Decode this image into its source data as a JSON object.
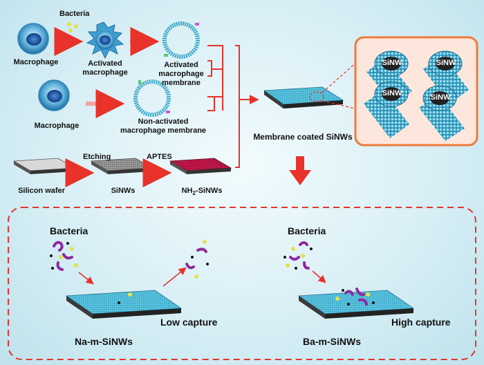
{
  "top": {
    "bacteria": "Bacteria",
    "macrophage_1": "Macrophage",
    "activated_macrophage": "Activated\nmacrophage",
    "activated_membrane": "Activated\nmacrophage\nmembrane",
    "macrophage_2": "Macrophage",
    "nonactivated_membrane": "Non-activated\nmacrophage membrane",
    "etching": "Etching",
    "aptes": "APTES",
    "silicon_wafer": "Silicon wafer",
    "sinws": "SiNWs",
    "nh2_prefix": "NH",
    "nh2_sub": "2",
    "nh2_suffix": "-SiNWs",
    "membrane_coated": "Membrane coated SiNWs",
    "sinw_labels": [
      "SiNW",
      "SiNW",
      "SiNW",
      "SiNW"
    ]
  },
  "bottom": {
    "bacteria_left": "Bacteria",
    "bacteria_right": "Bacteria",
    "low_capture": "Low capture",
    "high_capture": "High capture",
    "na_label": "Na-m-SiNWs",
    "ba_label": "Ba-m-SiNWs"
  },
  "colors": {
    "arrow": "#e8322a",
    "dashed_border": "#e8322a",
    "membrane_ring": "#3aa8c8",
    "substrate": "#48b6d2",
    "bacteria_rod": "#8e2a9e",
    "bacteria_ball": "#e4e24a",
    "nh2_pad": "#c2184a"
  }
}
